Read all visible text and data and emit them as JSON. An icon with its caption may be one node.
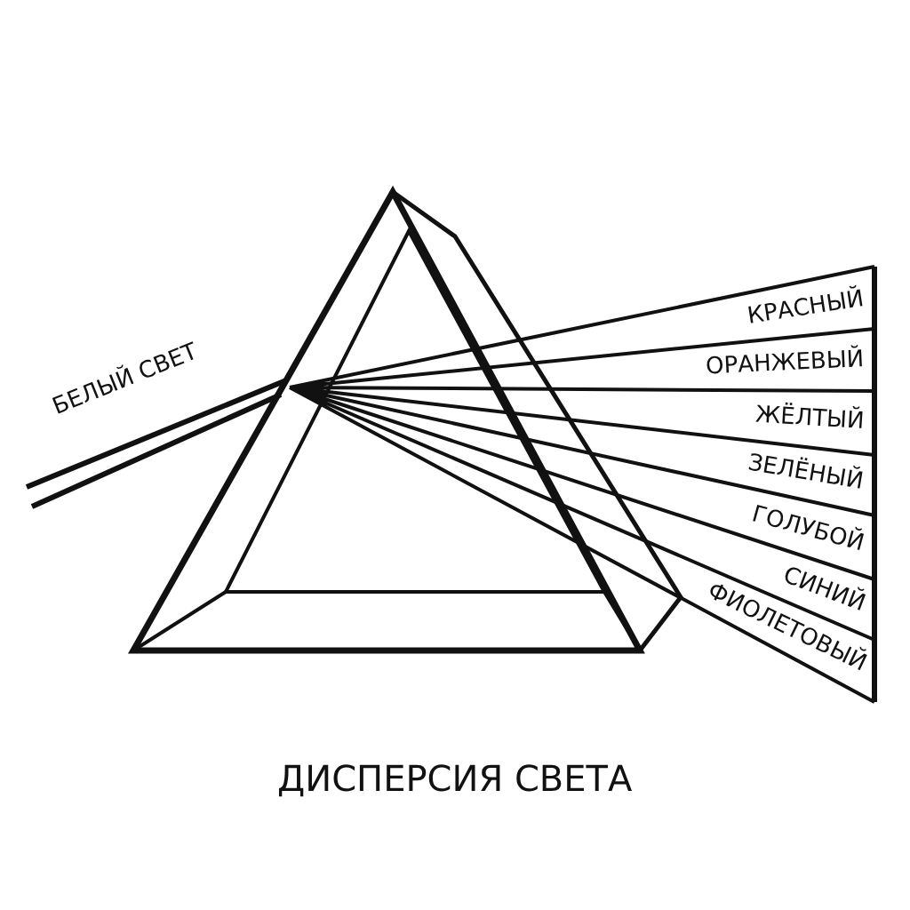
{
  "diagram": {
    "caption": "ДИСПЕРСИЯ СВЕТА",
    "labels": [
      "БЕЛЫЙ СВЕТ",
      "КРАСНЫЙ",
      "ОРАНЖЕВЫЙ",
      "ЖЁЛТЫЙ",
      "ЗЕЛЁНЫЙ",
      "ГОЛУБОЙ",
      "СИНИЙ",
      "ФИОЛЕТОВЫЙ"
    ]
  }
}
